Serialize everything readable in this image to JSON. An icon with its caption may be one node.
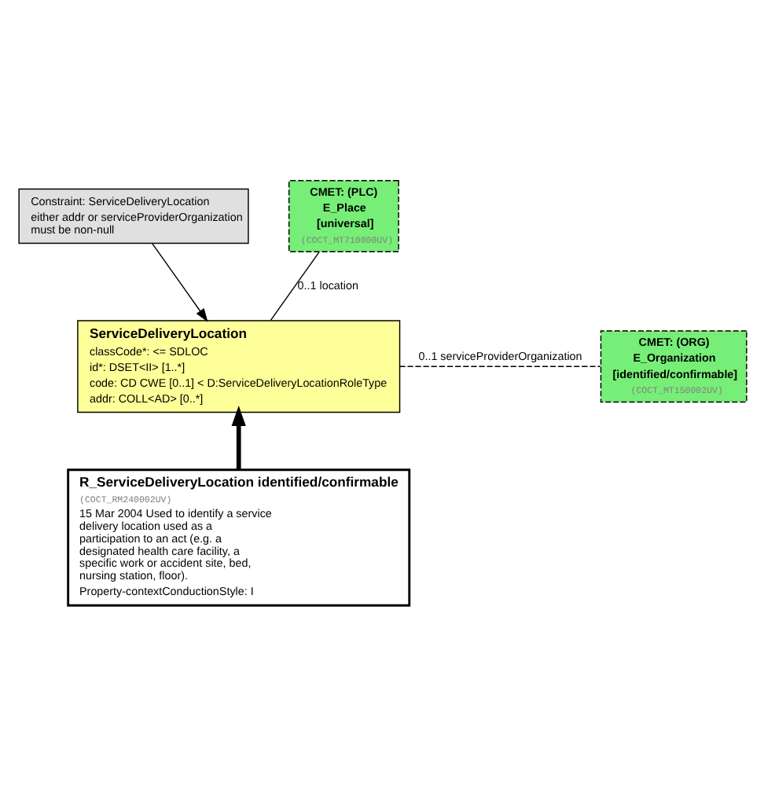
{
  "diagram": {
    "nodes": [
      {
        "text": [
          "Constraint: ServiceDeliveryLocation",
          "either addr or serviceProviderOrganization must be non-null"
        ]
      },
      {
        "text": [
          "CMET: (PLC)",
          "E_Place",
          "[universal]",
          "(COCT_MT710000UV)"
        ]
      },
      {
        "text": [
          "ServiceDeliveryLocation",
          "classCode*: <= SDLOC",
          "id*: DSET<II> [1..*]",
          "code: CD CWE [0..1] < D:ServiceDeliveryLocationRoleType",
          "addr: COLL<AD> [0..*]"
        ]
      },
      {
        "text": [
          "CMET: (ORG)",
          "E_Organization",
          "[identified/confirmable]",
          "(COCT_MT150002UV)"
        ]
      },
      {
        "text": [
          "R_ServiceDeliveryLocation identified/confirmable",
          "(COCT_RM240002UV)",
          "15 Mar 2004 Used to identify a service delivery location used as a participation to an act (e.g. a designated health care facility, a specific work or accident site, bed, nursing station, floor).",
          "Property-contextConductionStyle: I"
        ]
      }
    ],
    "edges": [
      {
        "from": 0,
        "to": 2,
        "arrow": "to"
      },
      {
        "from": 2,
        "to": 1,
        "arrow": "none",
        "label": "0..1 location"
      },
      {
        "from": 2,
        "to": 3,
        "arrow": "none",
        "label": "0..1 serviceProviderOrganization",
        "style": "dashed"
      },
      {
        "from": 4,
        "to": 2,
        "arrow": "to",
        "style": "thick"
      }
    ]
  }
}
